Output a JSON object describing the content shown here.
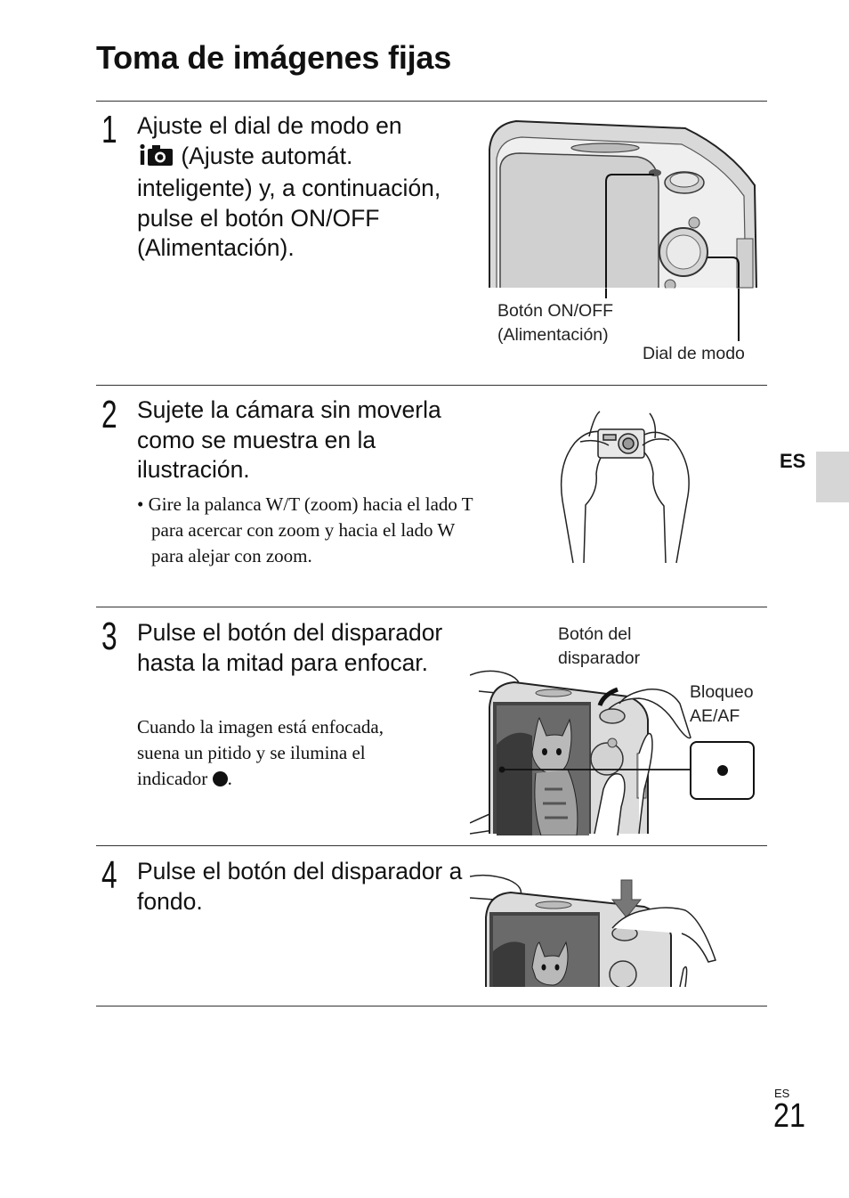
{
  "page": {
    "title": "Toma de imágenes fijas",
    "side_tab_label": "ES",
    "footer_lang": "ES",
    "page_number": "21"
  },
  "steps": [
    {
      "number": "1",
      "heading_part1": "Ajuste el dial de modo en",
      "heading_part2": " (Ajuste automát. inteligente) y, a continuación, pulse el botón ON/OFF (Alimentación).",
      "icon": "intelligent-auto-camera-icon",
      "labels": {
        "power_line1": "Botón ON/OFF",
        "power_line2": "(Alimentación)",
        "mode_dial": "Dial de modo"
      }
    },
    {
      "number": "2",
      "heading": "Sujete la cámara sin moverla como se muestra en la ilustración.",
      "bullet": "• Gire la palanca W/T (zoom) hacia el lado T para acercar con zoom y hacia el lado W para alejar con zoom."
    },
    {
      "number": "3",
      "heading": "Pulse el botón del disparador hasta la mitad para enfocar.",
      "body_part1": "Cuando la imagen está enfocada, suena un pitido y se ilumina el indicador ",
      "body_part2": ".",
      "indicator_icon": "filled-circle-icon",
      "labels": {
        "shutter_line1": "Botón del",
        "shutter_line2": "disparador",
        "lock_line1": "Bloqueo",
        "lock_line2": "AE/AF"
      }
    },
    {
      "number": "4",
      "heading": "Pulse el botón del disparador a fondo."
    }
  ]
}
